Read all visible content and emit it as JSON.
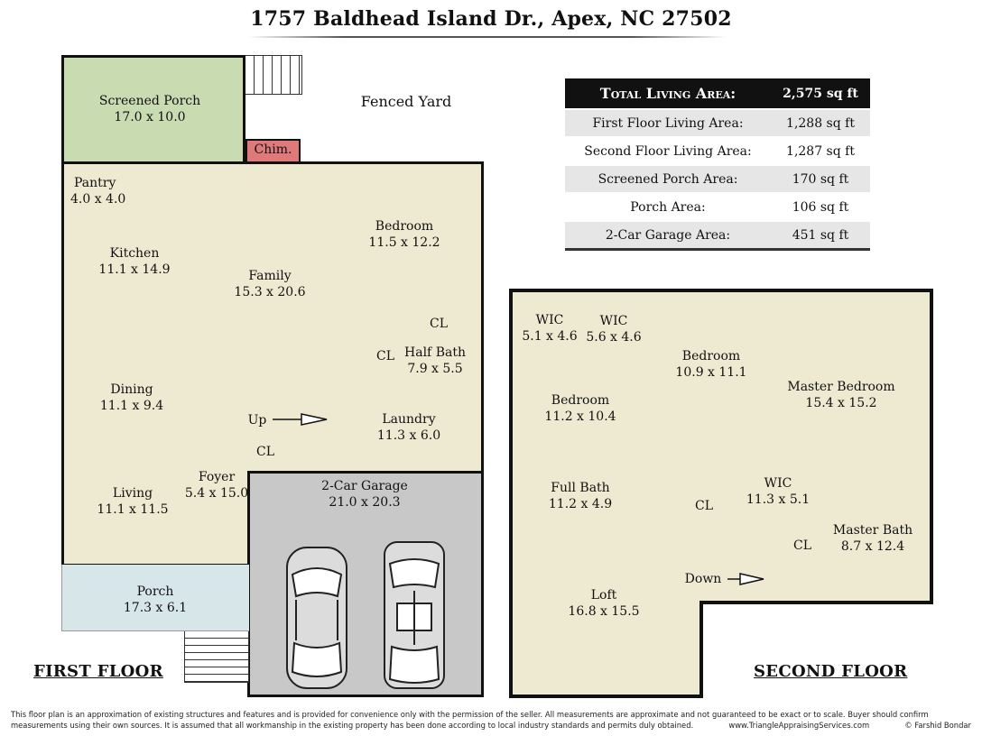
{
  "title": "1757 Baldhead Island Dr., Apex, NC 27502",
  "first_floor": {
    "heading": "FIRST FLOOR",
    "outside": {
      "fenced_yard": "Fenced Yard"
    },
    "chimney": "Chim.",
    "rooms": {
      "screened_porch": {
        "name": "Screened Porch",
        "dims": "17.0 x 10.0"
      },
      "pantry": {
        "name": "Pantry",
        "dims": "4.0 x 4.0"
      },
      "kitchen": {
        "name": "Kitchen",
        "dims": "11.1 x 14.9"
      },
      "family": {
        "name": "Family",
        "dims": "15.3 x 20.6"
      },
      "bedroom": {
        "name": "Bedroom",
        "dims": "11.5 x 12.2"
      },
      "half_bath": {
        "name": "Half Bath",
        "dims": "7.9 x 5.5"
      },
      "dining": {
        "name": "Dining",
        "dims": "11.1 x 9.4"
      },
      "laundry": {
        "name": "Laundry",
        "dims": "11.3 x 6.0"
      },
      "foyer": {
        "name": "Foyer",
        "dims": "5.4 x 15.0"
      },
      "living": {
        "name": "Living",
        "dims": "11.1 x 11.5"
      },
      "garage": {
        "name": "2-Car Garage",
        "dims": "21.0 x 20.3"
      },
      "porch": {
        "name": "Porch",
        "dims": "17.3 x 6.1"
      }
    },
    "closets": {
      "cl1": "CL",
      "cl2": "CL",
      "cl3": "CL"
    },
    "stairs": "Up"
  },
  "second_floor": {
    "heading": "SECOND FLOOR",
    "rooms": {
      "wic1": {
        "name": "WIC",
        "dims": "5.1 x 4.6"
      },
      "wic2": {
        "name": "WIC",
        "dims": "5.6 x 4.6"
      },
      "bedroom_a": {
        "name": "Bedroom",
        "dims": "10.9 x 11.1"
      },
      "master_bedroom": {
        "name": "Master Bedroom",
        "dims": "15.4 x 15.2"
      },
      "bedroom_b": {
        "name": "Bedroom",
        "dims": "11.2 x 10.4"
      },
      "full_bath": {
        "name": "Full Bath",
        "dims": "11.2 x 4.9"
      },
      "wic3": {
        "name": "WIC",
        "dims": "11.3 x 5.1"
      },
      "master_bath": {
        "name": "Master Bath",
        "dims": "8.7 x 12.4"
      },
      "loft": {
        "name": "Loft",
        "dims": "16.8 x 15.5"
      }
    },
    "closets": {
      "cl1": "CL",
      "cl2": "CL"
    },
    "stairs": "Down"
  },
  "area_table": {
    "rows": [
      {
        "label": "Total Living Area:",
        "value": "2,575 sq ft"
      },
      {
        "label": "First Floor Living Area:",
        "value": "1,288 sq ft"
      },
      {
        "label": "Second Floor Living Area:",
        "value": "1,287 sq ft"
      },
      {
        "label": "Screened Porch Area:",
        "value": "170 sq ft"
      },
      {
        "label": "Porch Area:",
        "value": "106 sq ft"
      },
      {
        "label": "2-Car Garage Area:",
        "value": "451 sq ft"
      }
    ]
  },
  "disclaimer": {
    "line1": "This floor plan is an approximation of existing structures and features and is provided for convenience only with the permission of the seller.  All measurements are approximate and not guaranteed to be exact or to scale.  Buyer should confirm",
    "line2": "measurements using their own sources.  It is assumed that all workmanship in the existing property has been done according to local industry standards and permits duly obtained.",
    "website": "www.TriangleAppraisingServices.com",
    "credit": "© Farshid Bondar"
  },
  "colors": {
    "living_fill": "#eeead1",
    "screened_porch_fill": "#c9dbb0",
    "porch_fill": "#d7e6e8",
    "garage_fill": "#c8c8c8",
    "chimney_fill": "#e07a7a",
    "wall": "#111111"
  }
}
